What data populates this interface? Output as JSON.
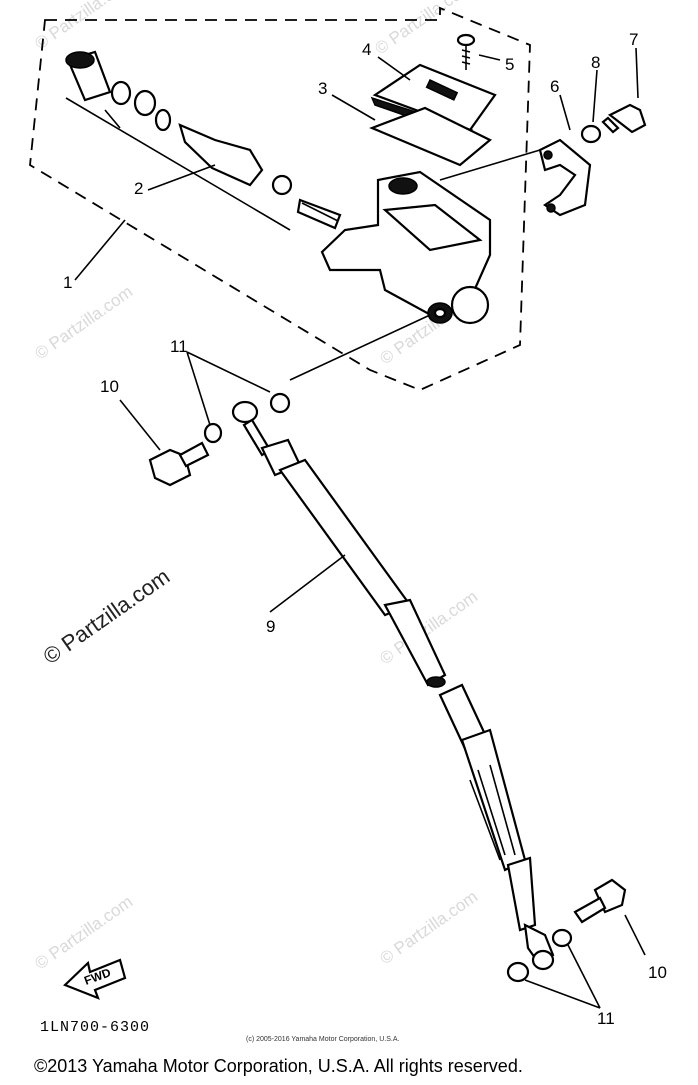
{
  "diagram": {
    "callouts": {
      "c1": "1",
      "c2": "2",
      "c3": "3",
      "c4": "4",
      "c5": "5",
      "c6": "6",
      "c7": "7",
      "c8": "8",
      "c9": "9",
      "c10a": "10",
      "c10b": "10",
      "c11a": "11",
      "c11b": "11"
    },
    "fwd_label": "FWD",
    "code_label": "1LN700-6300",
    "small_copyright": "(c) 2005-2016 Yamaha Motor Corporation, U.S.A.",
    "watermark": "© Partzilla.com"
  },
  "footer": {
    "copyright": "©2013 Yamaha Motor Corporation, U.S.A. All rights reserved."
  }
}
